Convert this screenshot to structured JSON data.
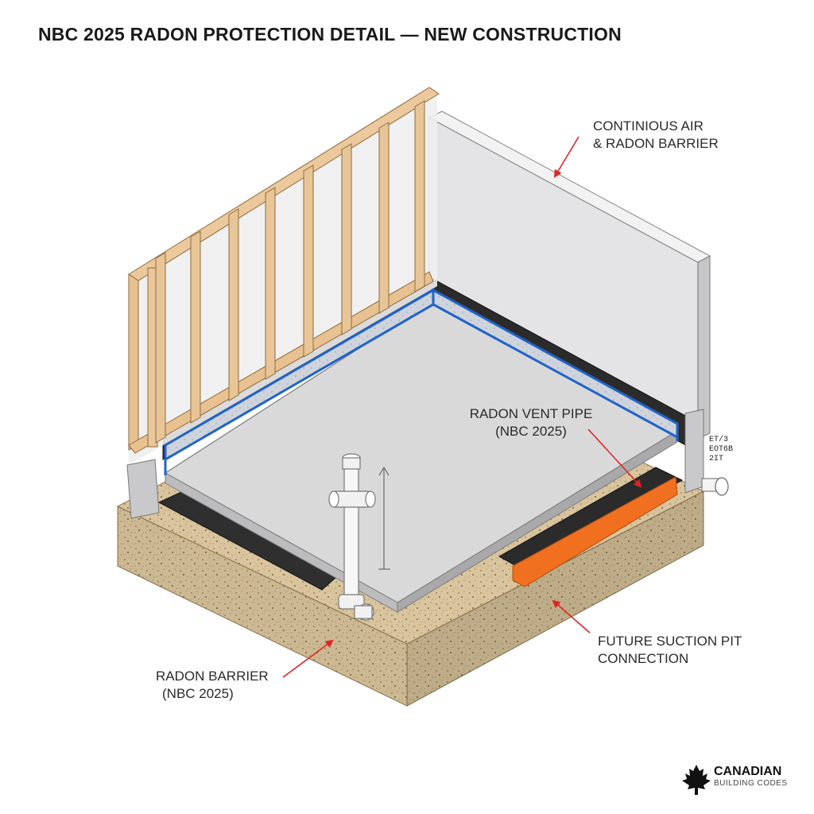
{
  "title": "NBC 2025 RADON PROTECTION DETAIL — NEW CONSTRUCTION",
  "labels": {
    "air_barrier": [
      "CONTINIOUS AIR",
      "& RADON BARRIER"
    ],
    "vent_pipe": [
      "RADON VENT PIPE",
      "(NBC 2025)"
    ],
    "suction_pit": [
      "FUTURE SUCTION PIT",
      "CONNECTION"
    ],
    "radon_barrier": [
      "RADON BARRIER",
      "(NBC 2025)"
    ],
    "side_note": [
      "ET/3",
      "EOT6B",
      "2IT"
    ]
  },
  "brand": {
    "line1": "CANADIAN",
    "line2": "BUILDING CODES",
    "icon": "maple-leaf-icon"
  },
  "colors": {
    "callout_arrow": "#e02424",
    "wood_stud": "#e8c9a0",
    "concrete": "#d9d9d9",
    "membrane": "#2b2b2b",
    "blue_seal": "#1f63c9",
    "orange_pit": "#f07020",
    "gravel": "#d6c29b"
  }
}
